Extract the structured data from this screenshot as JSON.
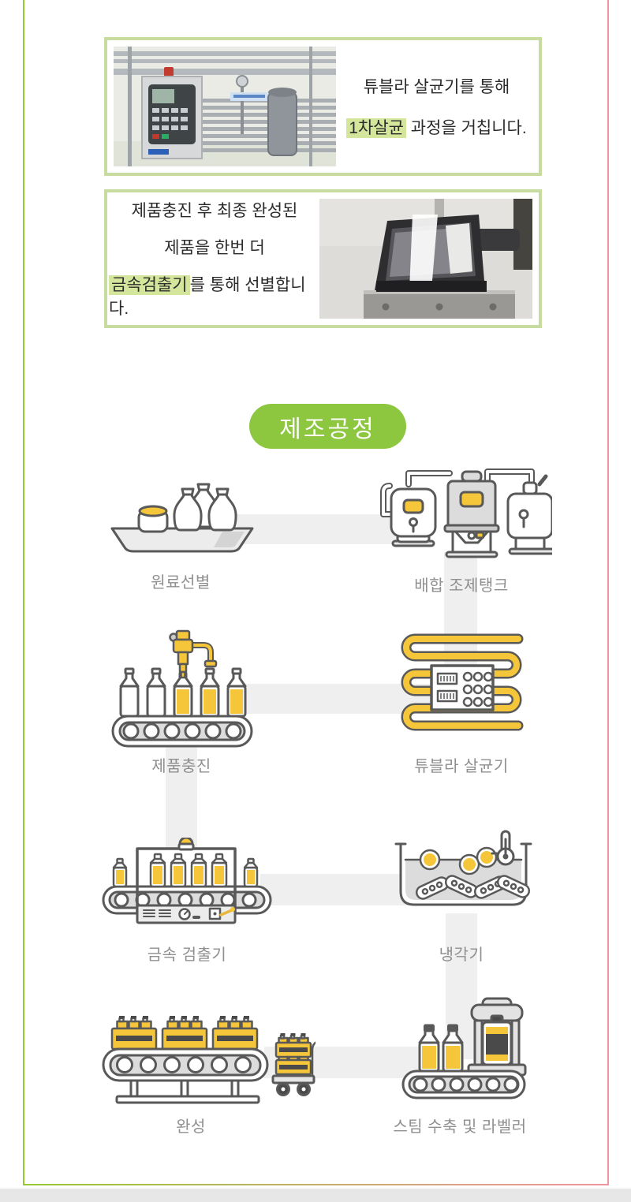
{
  "frame": {
    "left_color": "#96c832",
    "right_color": "#f2949e",
    "bottom_strip_color": "#e7e7e7"
  },
  "colors": {
    "badge_green": "#8dc63f",
    "highlight_green": "#d4e69c",
    "box_border_green": "#c9dc9f",
    "icon_yellow": "#f5c53a",
    "icon_outline": "#595959",
    "connector_gray": "#efefef",
    "label_gray": "#8f8f8f",
    "text_dark": "#2b2b2b"
  },
  "info_boxes": [
    {
      "photo": "tubular-sterilizer-photo",
      "lines": [
        {
          "pre": "튜블라 살균기를 통해"
        },
        {
          "highlight": "1차살균",
          "post": " 과정을 거칩니다."
        }
      ]
    },
    {
      "photo": "metal-detector-photo",
      "lines": [
        {
          "pre": "제품충진 후 최종 완성된"
        },
        {
          "pre": "제품을 한번 더"
        },
        {
          "highlight": "금속검출기",
          "post": "를 통해 선별합니다."
        }
      ]
    }
  ],
  "section_badge": "제조공정",
  "process_steps": [
    {
      "label": "원료선별"
    },
    {
      "label": "배합 조제탱크"
    },
    {
      "label": "제품충진"
    },
    {
      "label": "튜블라 살균기"
    },
    {
      "label": "금속 검출기"
    },
    {
      "label": "냉각기"
    },
    {
      "label": "완성"
    },
    {
      "label": "스팀 수축 및 라벨러"
    }
  ]
}
